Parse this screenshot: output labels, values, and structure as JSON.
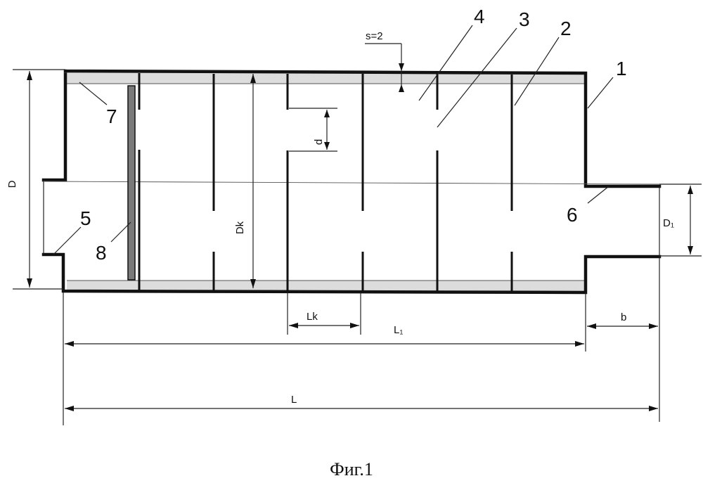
{
  "figure": {
    "caption": "Фиг.1"
  },
  "labels": {
    "part_1": "1",
    "part_2": "2",
    "part_3": "3",
    "part_4": "4",
    "part_5": "5",
    "part_6": "6",
    "part_7": "7",
    "part_8": "8"
  },
  "dimensions": {
    "wall_thickness": "s=2",
    "outer_diameter": "D",
    "chamber_diameter": "Dk",
    "orifice_diameter": "d",
    "pipe_diameter": "D₁",
    "chamber_length": "Lk",
    "body_length": "L₁",
    "pipe_length": "b",
    "total_length": "L"
  },
  "colors": {
    "line": "#111111",
    "wall_fill": "#d9d9d9",
    "insert_fill": "#7a7a7a"
  }
}
